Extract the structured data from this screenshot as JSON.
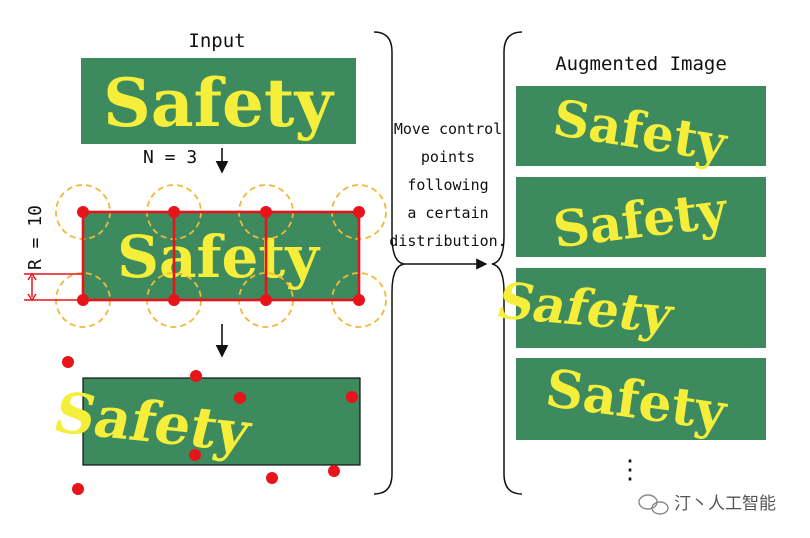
{
  "input_title": "Input",
  "augmented_title": "Augmented Image",
  "word": "Safety",
  "n_label": "N = 3",
  "r_label": "R = 10",
  "process_text": [
    "Move control",
    "points",
    "following",
    "a certain",
    "distribution."
  ],
  "ellipsis": "⋮",
  "watermark": "汀丶人工智能",
  "colors": {
    "panel_green": "#3c8a5e",
    "word_yellow": "#f5ef3b",
    "control_red": "#e8141c",
    "radius_orange": "#f0b93a"
  }
}
